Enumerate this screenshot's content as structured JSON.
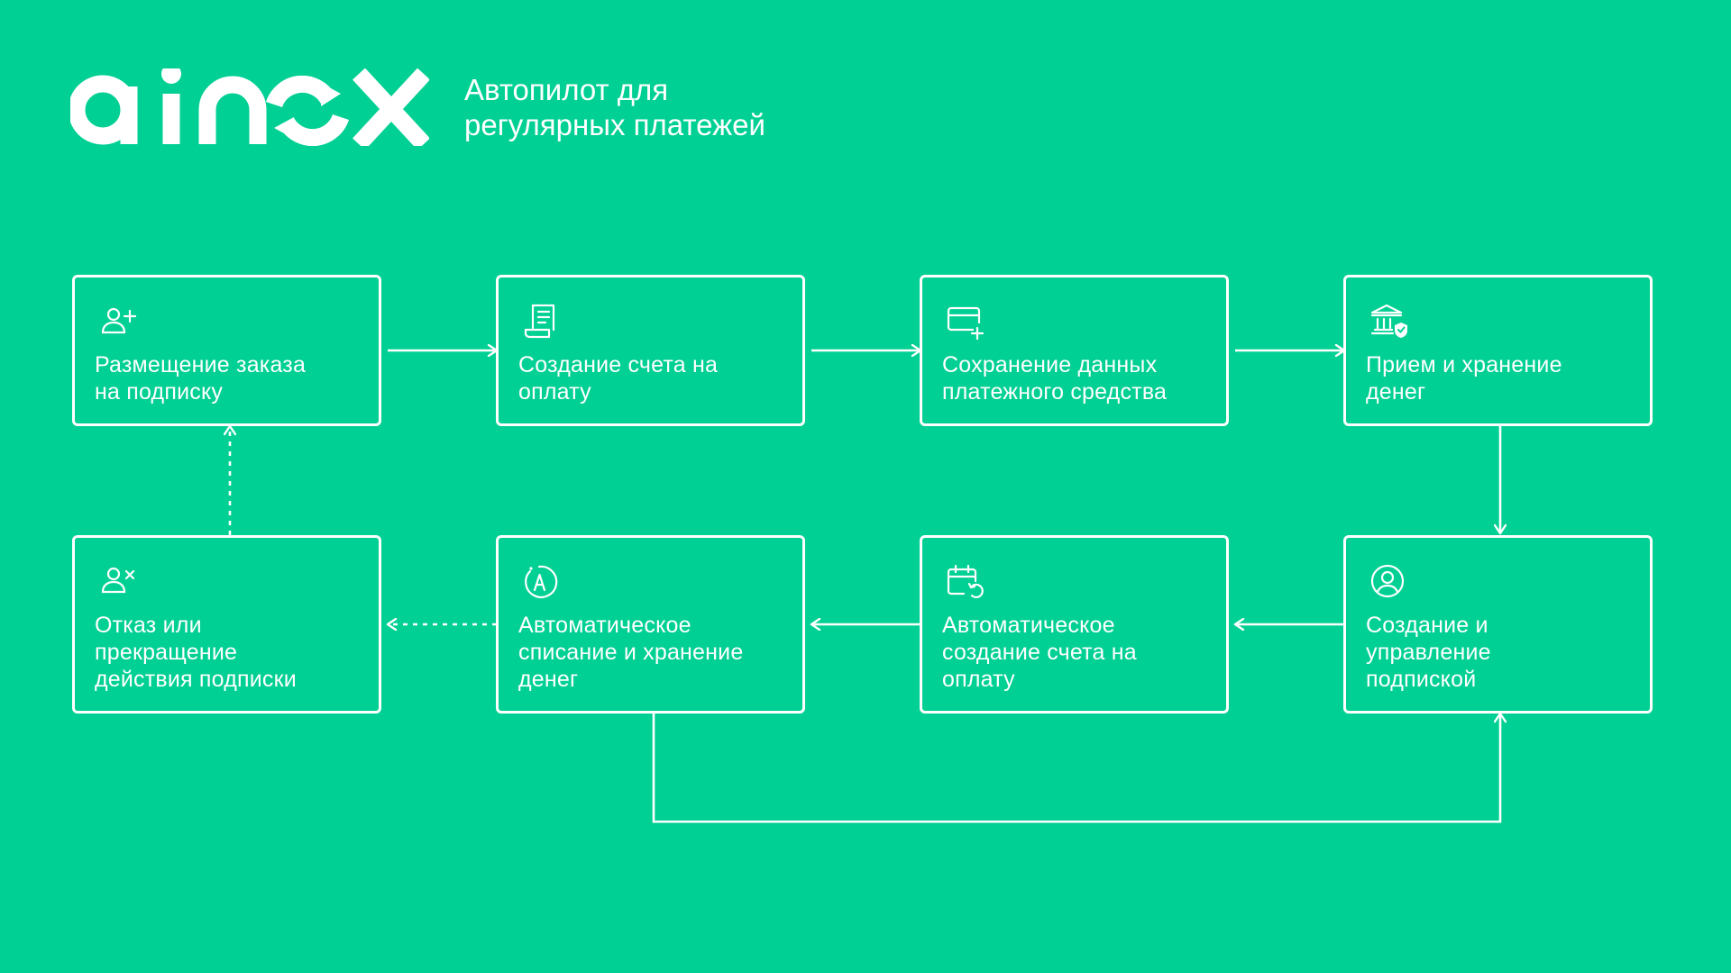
{
  "brand": {
    "logo_text": "ainox",
    "tagline_line1": "Автопилот для",
    "tagline_line2": "регулярных платежей",
    "background_color": "#00d093",
    "foreground_color": "#ffffff"
  },
  "diagram": {
    "nodes": [
      {
        "id": "place-order",
        "icon": "user-plus-icon",
        "lines": [
          "Размещение заказа",
          "на подписку"
        ]
      },
      {
        "id": "create-invoice",
        "icon": "receipt-icon",
        "lines": [
          "Создание счета на",
          "оплату"
        ]
      },
      {
        "id": "save-payment-data",
        "icon": "card-plus-icon",
        "lines": [
          "Сохранение данных",
          "платежного средства"
        ]
      },
      {
        "id": "receive-store-money",
        "icon": "bank-shield-icon",
        "lines": [
          "Прием и хранение",
          "денег"
        ]
      },
      {
        "id": "cancel-subscription",
        "icon": "user-remove-icon",
        "lines": [
          "Отказ или",
          "прекращение",
          "действия подписки"
        ]
      },
      {
        "id": "auto-charge",
        "icon": "auto-charge-icon",
        "lines": [
          "Автоматическое",
          "списание и хранение",
          "денег"
        ]
      },
      {
        "id": "auto-invoice",
        "icon": "calendar-repeat-icon",
        "lines": [
          "Автоматическое",
          "создание счета на",
          "оплату"
        ]
      },
      {
        "id": "manage-subscription",
        "icon": "user-circle-icon",
        "lines": [
          "Создание и",
          "управление",
          "подпиской"
        ]
      }
    ],
    "edges": [
      {
        "from": "place-order",
        "to": "create-invoice",
        "style": "solid"
      },
      {
        "from": "create-invoice",
        "to": "save-payment-data",
        "style": "solid"
      },
      {
        "from": "save-payment-data",
        "to": "receive-store-money",
        "style": "solid"
      },
      {
        "from": "receive-store-money",
        "to": "manage-subscription",
        "style": "solid"
      },
      {
        "from": "manage-subscription",
        "to": "auto-invoice",
        "style": "solid"
      },
      {
        "from": "auto-invoice",
        "to": "auto-charge",
        "style": "solid"
      },
      {
        "from": "auto-charge",
        "to": "cancel-subscription",
        "style": "dashed"
      },
      {
        "from": "cancel-subscription",
        "to": "place-order",
        "style": "dashed"
      },
      {
        "from": "auto-charge",
        "to": "manage-subscription",
        "style": "solid"
      }
    ]
  }
}
